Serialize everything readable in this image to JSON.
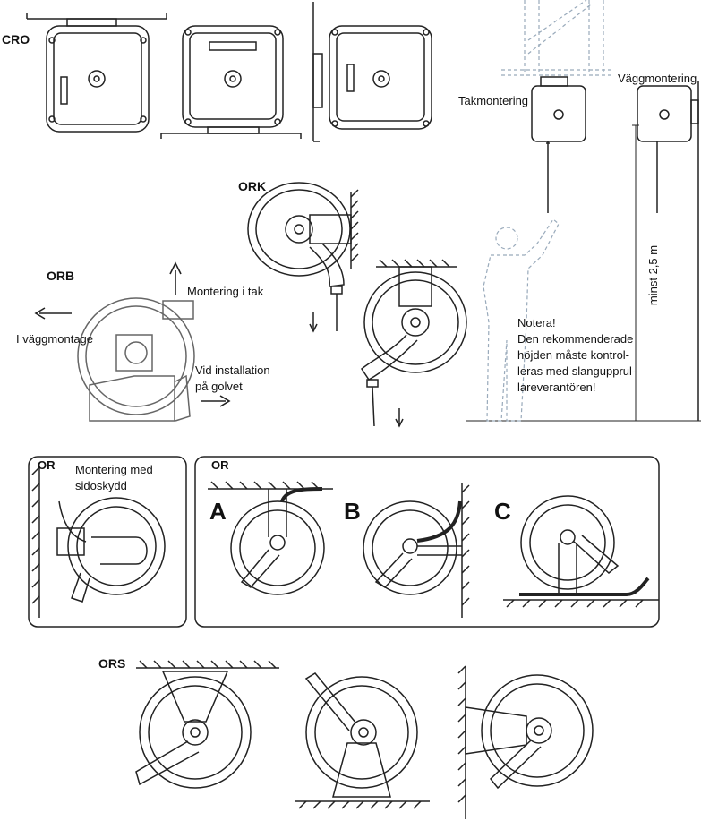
{
  "headings": {
    "cro": "CRO",
    "ork": "ORK",
    "orb": "ORB",
    "or_left": "OR",
    "or_right": "OR",
    "ors": "ORS"
  },
  "labels": {
    "ceiling_mount": "Takmontering",
    "wall_mount": "Väggmontering",
    "min_height": "minst 2,5 m",
    "mount_ceiling": "Montering i tak",
    "wall_mounting": "I väggmontage",
    "floor_line1": "Vid installation",
    "floor_line2": "på golvet",
    "side_guard_line1": "Montering med",
    "side_guard_line2": "sidoskydd",
    "variant_a": "A",
    "variant_b": "B",
    "variant_c": "C"
  },
  "note": {
    "lines": [
      "Notera!",
      "Den rekommenderade",
      "höjden måste kontrol-",
      "leras med slangupprul-",
      "lareverantören!"
    ]
  }
}
